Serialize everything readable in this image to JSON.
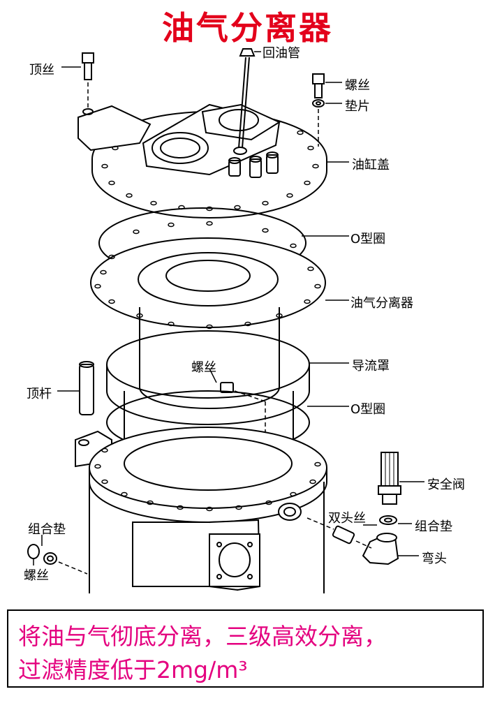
{
  "title": "油气分离器",
  "labels": {
    "top_screw": "顶丝",
    "return_pipe": "回油管",
    "screw_right": "螺丝",
    "gasket": "垫片",
    "tank_cover": "油缸盖",
    "o_ring_1": "O型圈",
    "separator": "油气分离器",
    "screw_mid": "螺丝",
    "flow_shroud": "导流罩",
    "top_rod": "顶杆",
    "o_ring_2": "O型圈",
    "safety_valve": "安全阀",
    "double_stud": "双头丝",
    "combo_gasket_right": "组合垫",
    "combo_gasket_left": "组合垫",
    "elbow": "弯头",
    "screw_left": "螺丝"
  },
  "caption": {
    "line1": "将油与气彻底分离，三级高效分离，",
    "line2": "过滤精度低于2mg/m³"
  },
  "colors": {
    "title": "#e3001b",
    "caption": "#e4007f",
    "line": "#000000"
  }
}
